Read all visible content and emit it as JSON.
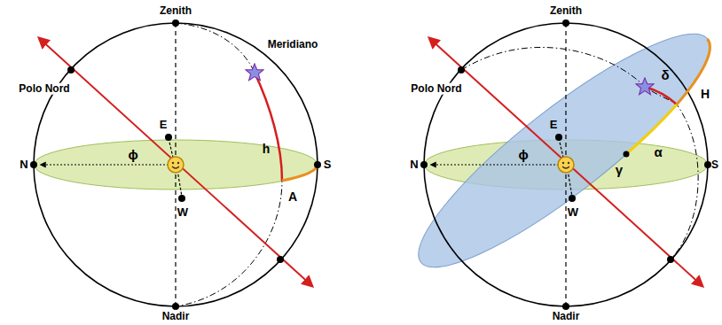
{
  "diagram": {
    "labels": [
      "Zenith",
      "Meridiano",
      "Polo Nord",
      "E",
      "ϕ",
      "N",
      "h",
      "S",
      "W",
      "A",
      "Nadir",
      "Zenith",
      "Polo Nord",
      "E",
      "δ",
      "H",
      "ϕ",
      "α",
      "N",
      "γ",
      "W",
      "S",
      "Nadir"
    ]
  }
}
